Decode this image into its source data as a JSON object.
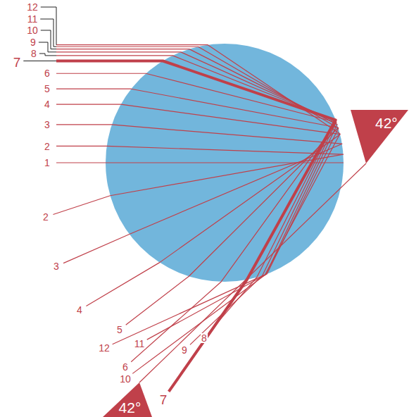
{
  "diagram": {
    "nodes": [
      {
        "text": [
          "42°"
        ]
      },
      {
        "text": [
          "42°"
        ]
      }
    ],
    "edges": [
      {
        "from": 0,
        "to": 1,
        "arrow": "none"
      }
    ],
    "labels": [
      "12",
      "11",
      "10",
      "9",
      "8",
      "7",
      "6",
      "5",
      "4",
      "3",
      "2",
      "1",
      "2",
      "3",
      "4",
      "5",
      "12",
      "11",
      "6",
      "10",
      "9",
      "8",
      "7"
    ]
  }
}
